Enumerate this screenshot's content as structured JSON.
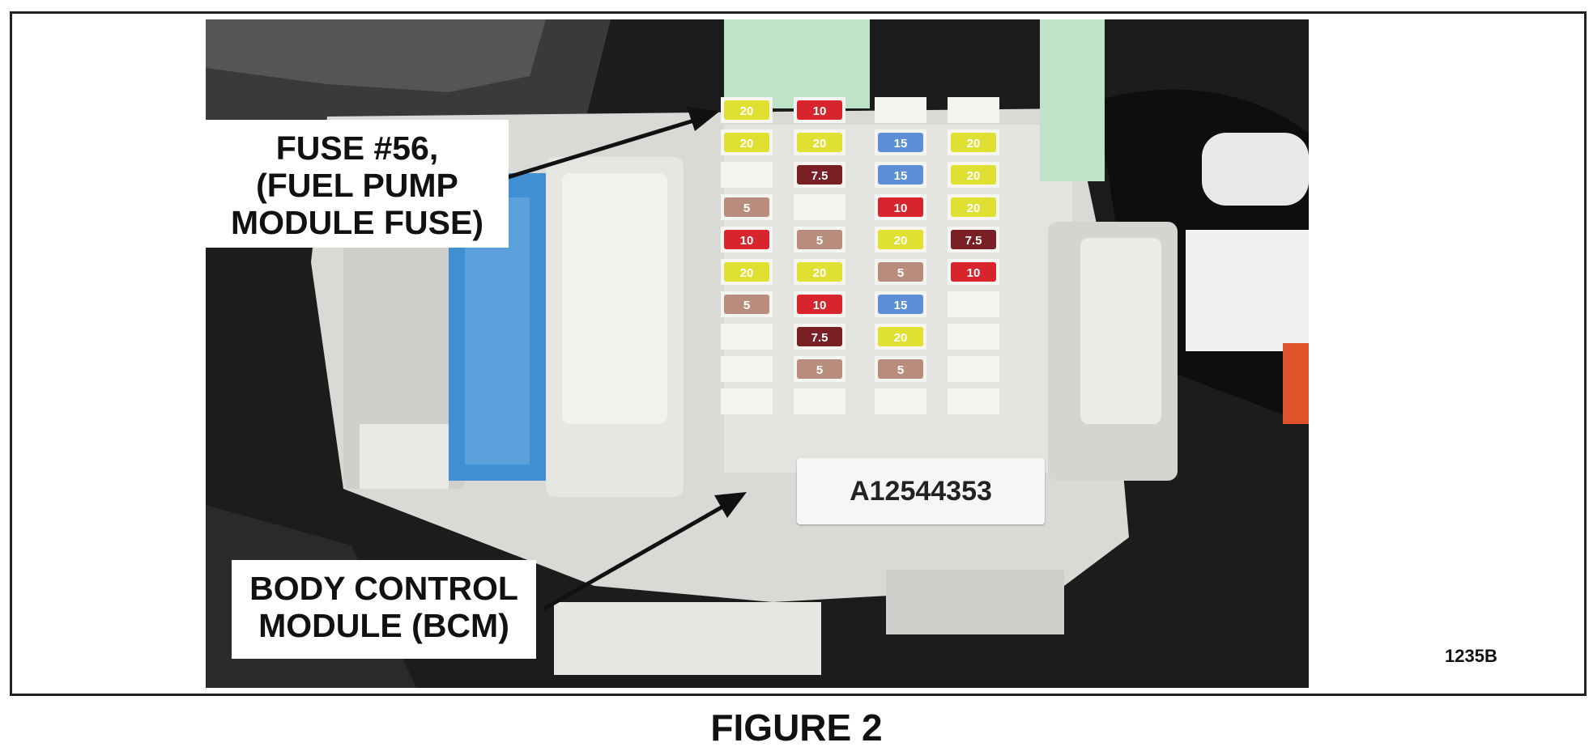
{
  "callouts": {
    "fuse": {
      "line1": "FUSE #56,",
      "line2": "(FUEL PUMP",
      "line3": "MODULE FUSE)"
    },
    "bcm": {
      "line1": "BODY CONTROL",
      "line2": "MODULE (BCM)"
    }
  },
  "part_label": "A12544353",
  "ref_code": "1235B",
  "figure_title": "FIGURE 2",
  "colors": {
    "fuse_5a": "#b88d7e",
    "fuse_7_5a": "#7a1f25",
    "fuse_10a": "#d8242c",
    "fuse_15a": "#5b8fd6",
    "fuse_20a": "#dfe032",
    "housing": "#d9d9d6",
    "connector_blue": "#3f8fd2"
  }
}
